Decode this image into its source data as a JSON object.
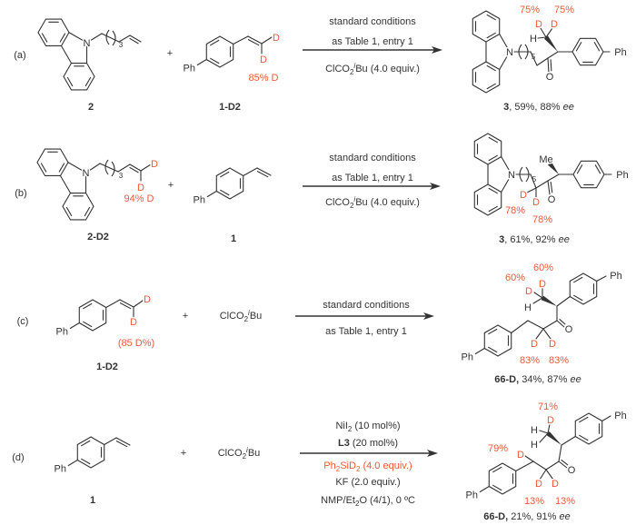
{
  "colors": {
    "ink": "#333333",
    "highlight": "#ee5a3a"
  },
  "atoms": {
    "N": "N",
    "O": "O",
    "D": "D",
    "H": "H",
    "Ph": "Ph",
    "Me": "Me"
  },
  "plus": "+",
  "reagent_short": [
    {
      "t": "ClCO"
    },
    {
      "t": "2",
      "k": "sub"
    },
    {
      "t": "i",
      "k": "supi"
    },
    {
      "t": "Bu"
    }
  ],
  "schemes": {
    "a": {
      "label": "(a)",
      "reactant1": {
        "id": "2",
        "chain_n": "3"
      },
      "reactant2": {
        "id": "1-D2",
        "d_content": "85% D"
      },
      "conditions": {
        "line1": "standard conditions",
        "line2": "as Table 1, entry 1",
        "reagent": [
          {
            "t": "ClCO"
          },
          {
            "t": "2",
            "k": "sub"
          },
          {
            "t": "i",
            "k": "supi"
          },
          {
            "t": "Bu (4.0 equiv.)"
          }
        ]
      },
      "product": {
        "chain_n": "5",
        "d_content": [
          "75%",
          "75%"
        ],
        "caption": [
          {
            "t": "3",
            "k": "b"
          },
          {
            "t": ", 59%, 88% "
          },
          {
            "t": "ee",
            "k": "i"
          }
        ]
      }
    },
    "b": {
      "label": "(b)",
      "reactant1": {
        "id": "2-D2",
        "chain_n": "3",
        "d_content": "94% D"
      },
      "reactant2": {
        "id": "1"
      },
      "conditions": {
        "line1": "standard conditions",
        "line2": "as Table 1, entry 1",
        "reagent": [
          {
            "t": "ClCO"
          },
          {
            "t": "2",
            "k": "sub"
          },
          {
            "t": "i",
            "k": "supi"
          },
          {
            "t": "Bu (4.0 equiv.)"
          }
        ]
      },
      "product": {
        "chain_n": "5",
        "d_content": [
          "78%",
          "78%"
        ],
        "caption": [
          {
            "t": "3",
            "k": "b"
          },
          {
            "t": ", 61%, 92% "
          },
          {
            "t": "ee",
            "k": "i"
          }
        ]
      }
    },
    "c": {
      "label": "(c)",
      "reactant1": {
        "id": "1-D2",
        "d_content": "(85 D%)"
      },
      "conditions": {
        "line1": "standard conditions",
        "line2": "as Table 1, entry 1"
      },
      "product": {
        "d_content_top": [
          "60%",
          "60%"
        ],
        "d_content_bottom": [
          "83%",
          "83%"
        ],
        "caption": [
          {
            "t": "66-D,",
            "k": "b"
          },
          {
            "t": " 34%, 87% "
          },
          {
            "t": "ee",
            "k": "i"
          }
        ]
      }
    },
    "d": {
      "label": "(d)",
      "reactant1": {
        "id": "1"
      },
      "conditions": {
        "above": [
          [
            {
              "t": "NiI"
            },
            {
              "t": "2",
              "k": "sub"
            },
            {
              "t": " (10 mol%)"
            }
          ],
          [
            {
              "t": "L3",
              "k": "b"
            },
            {
              "t": " (20 mol%)"
            }
          ]
        ],
        "below": [
          [
            {
              "t": "Ph"
            },
            {
              "t": "2",
              "k": "sub"
            },
            {
              "t": "SiD"
            },
            {
              "t": "2",
              "k": "sub"
            },
            {
              "t": " (4.0 equiv.)"
            }
          ],
          [
            {
              "t": "KF (2.0 equiv.)"
            }
          ],
          [
            {
              "t": "NMP/Et"
            },
            {
              "t": "2",
              "k": "sub"
            },
            {
              "t": "O (4/1), 0 ºC"
            }
          ]
        ]
      },
      "product": {
        "d_content_ch2": "71%",
        "d_content_benzylic": "79%",
        "d_content_alpha": [
          "13%",
          "13%"
        ],
        "caption": [
          {
            "t": "66-D,",
            "k": "b"
          },
          {
            "t": " 21%, 91% "
          },
          {
            "t": "ee",
            "k": "i"
          }
        ]
      }
    }
  }
}
